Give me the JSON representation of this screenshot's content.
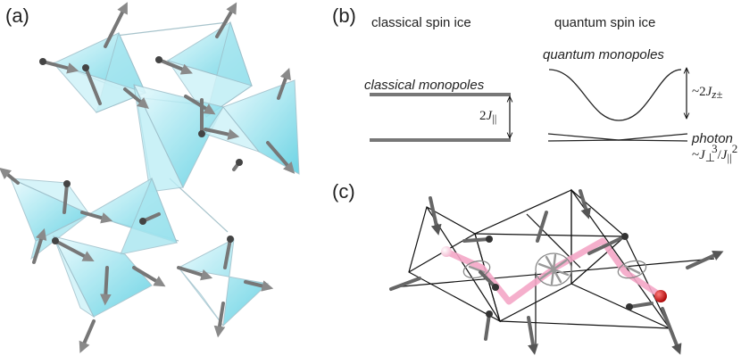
{
  "panels": {
    "a": "(a)",
    "b": "(b)",
    "c": "(c)"
  },
  "panel_b": {
    "classical_heading": "classical spin ice",
    "quantum_heading": "quantum spin ice",
    "classical_monopoles": "classical monopoles",
    "quantum_monopoles": "quantum monopoles",
    "gap_classical_prefix": "2",
    "gap_classical_J": "J",
    "gap_classical_sub": "||",
    "gap_quantum_prefix": "~2",
    "gap_quantum_J": "J",
    "gap_quantum_sub": "z±",
    "photon": "photon",
    "photon_scale_prefix": "~",
    "photon_scale_J1": "J",
    "photon_scale_sub1": "⊥",
    "photon_scale_sup1": "3",
    "photon_scale_slash": "/",
    "photon_scale_J2": "J",
    "photon_scale_sub2": "||",
    "photon_scale_sup2": "2"
  },
  "colors": {
    "tetra_fill": "#7fd8e8",
    "tetra_edge": "#9cbfca",
    "spin": "#6f6f6f",
    "level": "#777777",
    "string": "#f4a6c6",
    "monopole": "#cc1111"
  }
}
